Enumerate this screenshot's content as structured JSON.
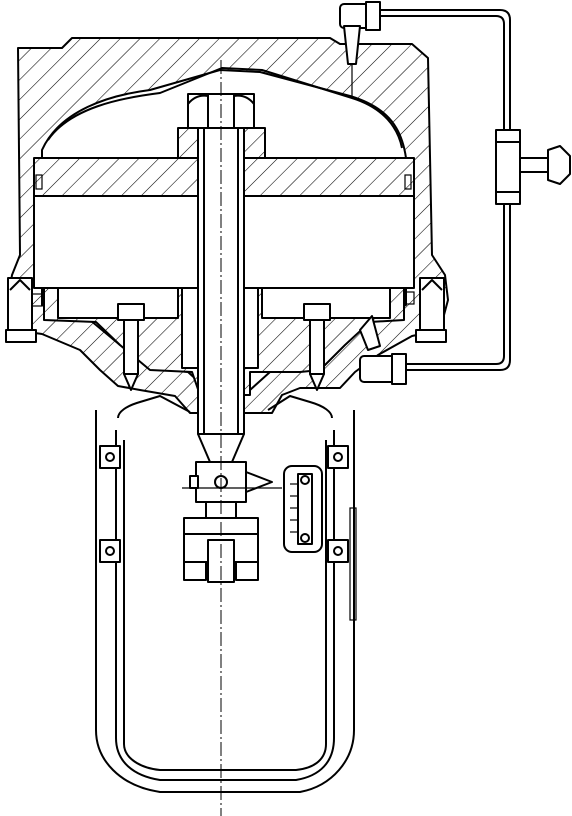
{
  "drawing": {
    "kind": "mechanical cross-section",
    "components": [
      "upper-housing",
      "spherical-dome",
      "center-nut",
      "center-shaft",
      "piston-plate",
      "cylinder-block",
      "lower-guide-block",
      "left-pin",
      "right-pin",
      "tool-holder",
      "chuck-jaws",
      "air-pipe",
      "shutoff-valve",
      "elbow-fitting-top",
      "elbow-fitting-bottom",
      "sight-gauge",
      "tank-body",
      "mounting-bolts"
    ]
  }
}
